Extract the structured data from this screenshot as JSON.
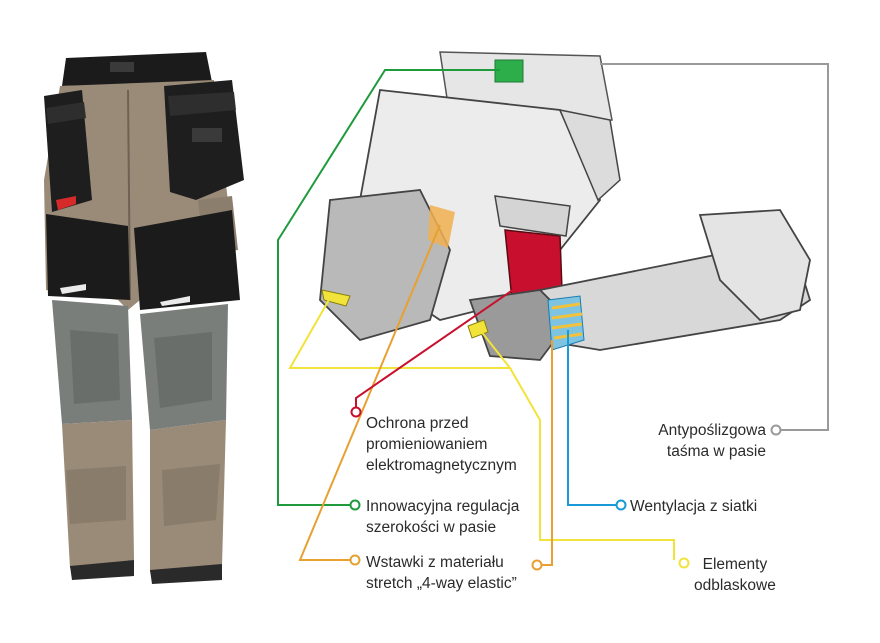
{
  "colors": {
    "green": "#1f9a3c",
    "red": "#c8102e",
    "orange": "#e8a030",
    "yellow": "#f2e33a",
    "blue": "#1a9ad6",
    "gray": "#9a9a9a",
    "pants_beige": "#9a8a78",
    "pants_black": "#1b1b1b",
    "pants_gray": "#7a7e7a"
  },
  "annotations": {
    "emf": {
      "lines": [
        "Ochrona przed",
        "promieniowaniem",
        "elektromagnetycznym"
      ],
      "color": "red"
    },
    "waist_adjust": {
      "lines": [
        "Innowacyjna regulacja",
        "szerokości w pasie"
      ],
      "color": "green"
    },
    "stretch": {
      "lines": [
        "Wstawki z materiału",
        "stretch „4-way elastic”"
      ],
      "color": "orange"
    },
    "antislip": {
      "lines": [
        "Antypoślizgowa",
        "taśma w pasie"
      ],
      "color": "gray"
    },
    "ventilation": {
      "lines": [
        "Wentylacja z siatki"
      ],
      "color": "blue"
    },
    "reflective": {
      "lines": [
        "Elementy",
        "odblaskowe"
      ],
      "color": "yellow"
    }
  }
}
